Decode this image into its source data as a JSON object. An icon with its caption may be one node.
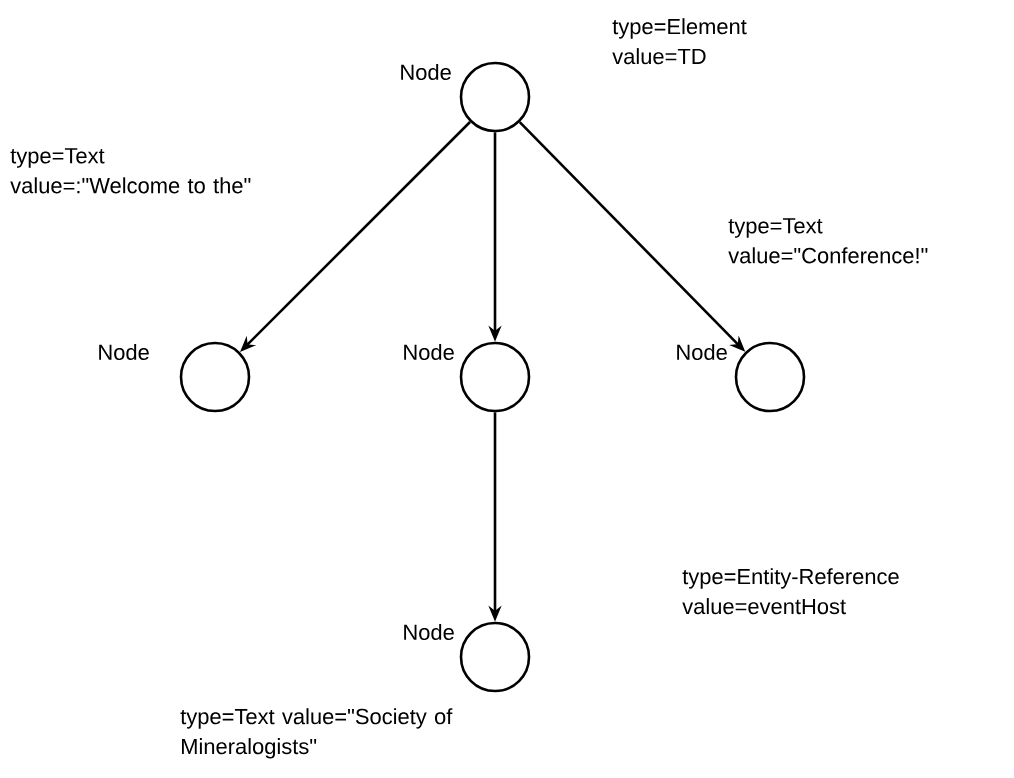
{
  "diagram": {
    "nodes": [
      {
        "text": [],
        "shape": "circle",
        "beside": [
          "Node",
          "type=Element value=TD"
        ]
      },
      {
        "text": [],
        "shape": "circle",
        "beside": [
          "Node"
        ]
      },
      {
        "text": [],
        "shape": "circle",
        "beside": [
          "Node"
        ]
      },
      {
        "text": [],
        "shape": "circle",
        "beside": [
          "Node",
          "type=Text value=\"Conference!\""
        ]
      },
      {
        "text": [],
        "shape": "circle",
        "beside": [
          "Node",
          "type=Text value=\"Society of Mineralogists\""
        ]
      }
    ],
    "edges": [
      {
        "from": 0,
        "to": 1,
        "arrow": "to"
      },
      {
        "from": 0,
        "to": 2,
        "arrow": "to"
      },
      {
        "from": 0,
        "to": 3,
        "arrow": "to"
      },
      {
        "from": 2,
        "to": 4,
        "arrow": "to"
      }
    ],
    "labels": [
      "type=Text value=:\"Welcome to the\"",
      "type=Entity-Reference value=eventHost"
    ]
  }
}
